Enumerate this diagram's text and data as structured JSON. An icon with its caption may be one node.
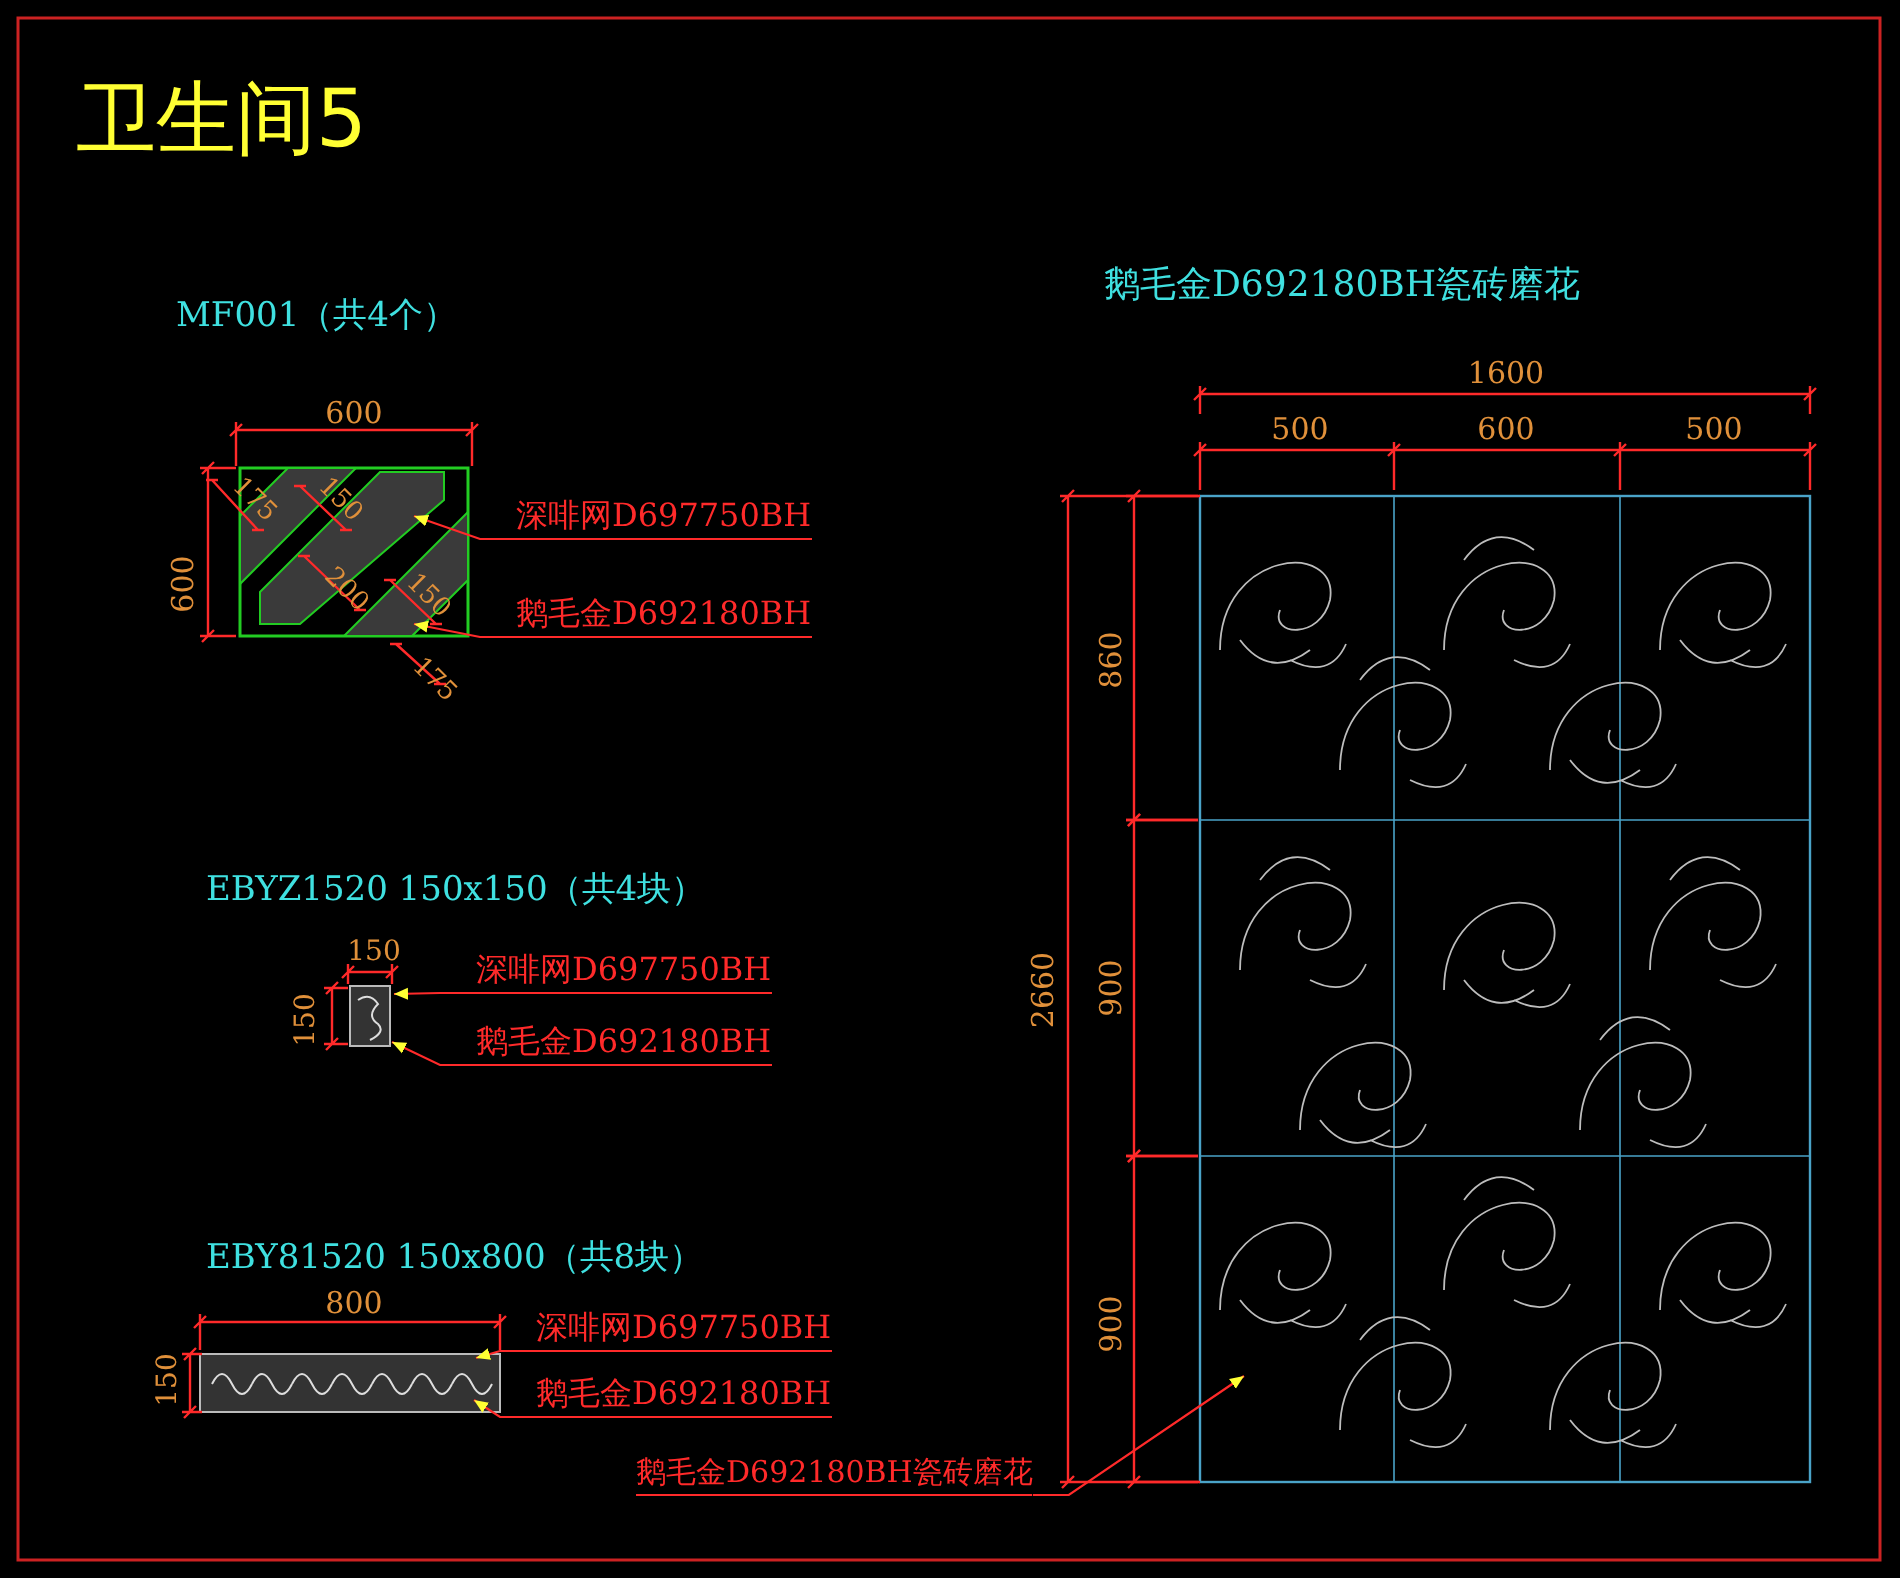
{
  "diagram": {
    "title": "卫生间5",
    "nodes": [
      {
        "text": [],
        "shape": "picture"
      },
      {
        "text": [
          "深啡网D697750BH"
        ]
      },
      {
        "text": [
          "鹅毛金D692180BH"
        ]
      },
      {
        "text": [],
        "shape": "picture"
      },
      {
        "text": [
          "深啡网D697750BH"
        ]
      },
      {
        "text": [
          "鹅毛金D692180BH"
        ]
      },
      {
        "text": [],
        "shape": "picture"
      },
      {
        "text": [
          "深啡网D697750BH"
        ]
      },
      {
        "text": [
          "鹅毛金D692180BH"
        ]
      },
      {
        "text": [],
        "shape": "picture"
      },
      {
        "text": [
          "鹅毛金D692180BH瓷砖磨花"
        ]
      }
    ],
    "edges": [
      {
        "from": 1,
        "to": 0,
        "arrow": "to"
      },
      {
        "from": 2,
        "to": 0,
        "arrow": "to"
      },
      {
        "from": 4,
        "to": 3,
        "arrow": "to"
      },
      {
        "from": 5,
        "to": 3,
        "arrow": "to"
      },
      {
        "from": 7,
        "to": 6,
        "arrow": "to"
      },
      {
        "from": 8,
        "to": 6,
        "arrow": "to"
      },
      {
        "from": 10,
        "to": 9,
        "arrow": "to"
      }
    ],
    "labels": [
      "MF001（共4个）",
      "600",
      "175",
      "150",
      "600",
      "200",
      "150",
      "175",
      "EBYZ1520 150x150（共4块）",
      "150",
      "150",
      "EBY81520 150x800（共8块）",
      "800",
      "150",
      "鹅毛金D692180BH瓷砖磨花",
      "1600",
      "500",
      "600",
      "500",
      "860",
      "2660",
      "900",
      "900"
    ]
  }
}
